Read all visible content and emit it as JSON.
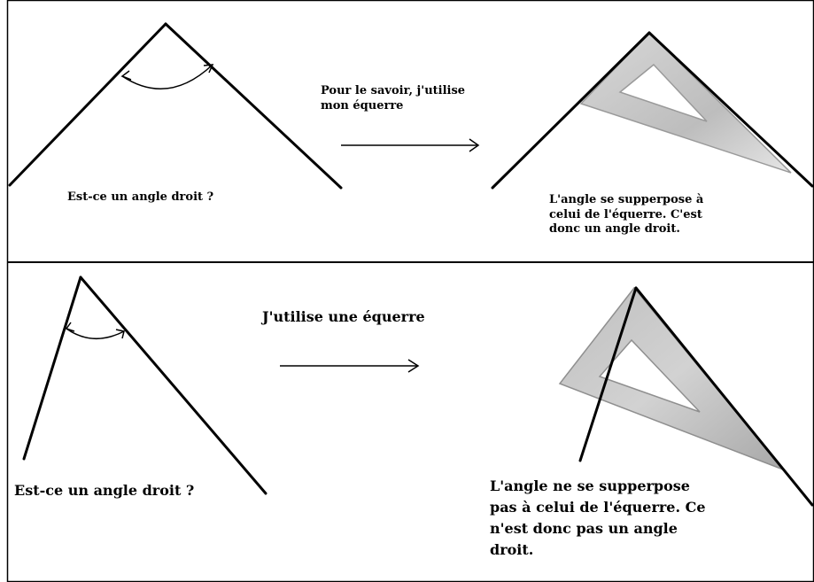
{
  "panel_top": {
    "question": "Est-ce un angle droit ?",
    "method": "Pour le savoir, j'utilise\nmon équerre",
    "conclusion": "L'angle se supperpose à\ncelui de l'équerre.  C'est\ndonc un angle droit."
  },
  "panel_bottom": {
    "question": "Est-ce un angle droit ?",
    "method": "J'utilise une équerre",
    "conclusion": "L'angle ne se supperpose\npas à celui de l'équerre. Ce\nn'est donc pas un angle\ndroit."
  },
  "colors": {
    "line": "#000000",
    "set_square_fill": "#c8c8c8",
    "set_square_edge": "#9a9a9a",
    "border": "#000000"
  }
}
